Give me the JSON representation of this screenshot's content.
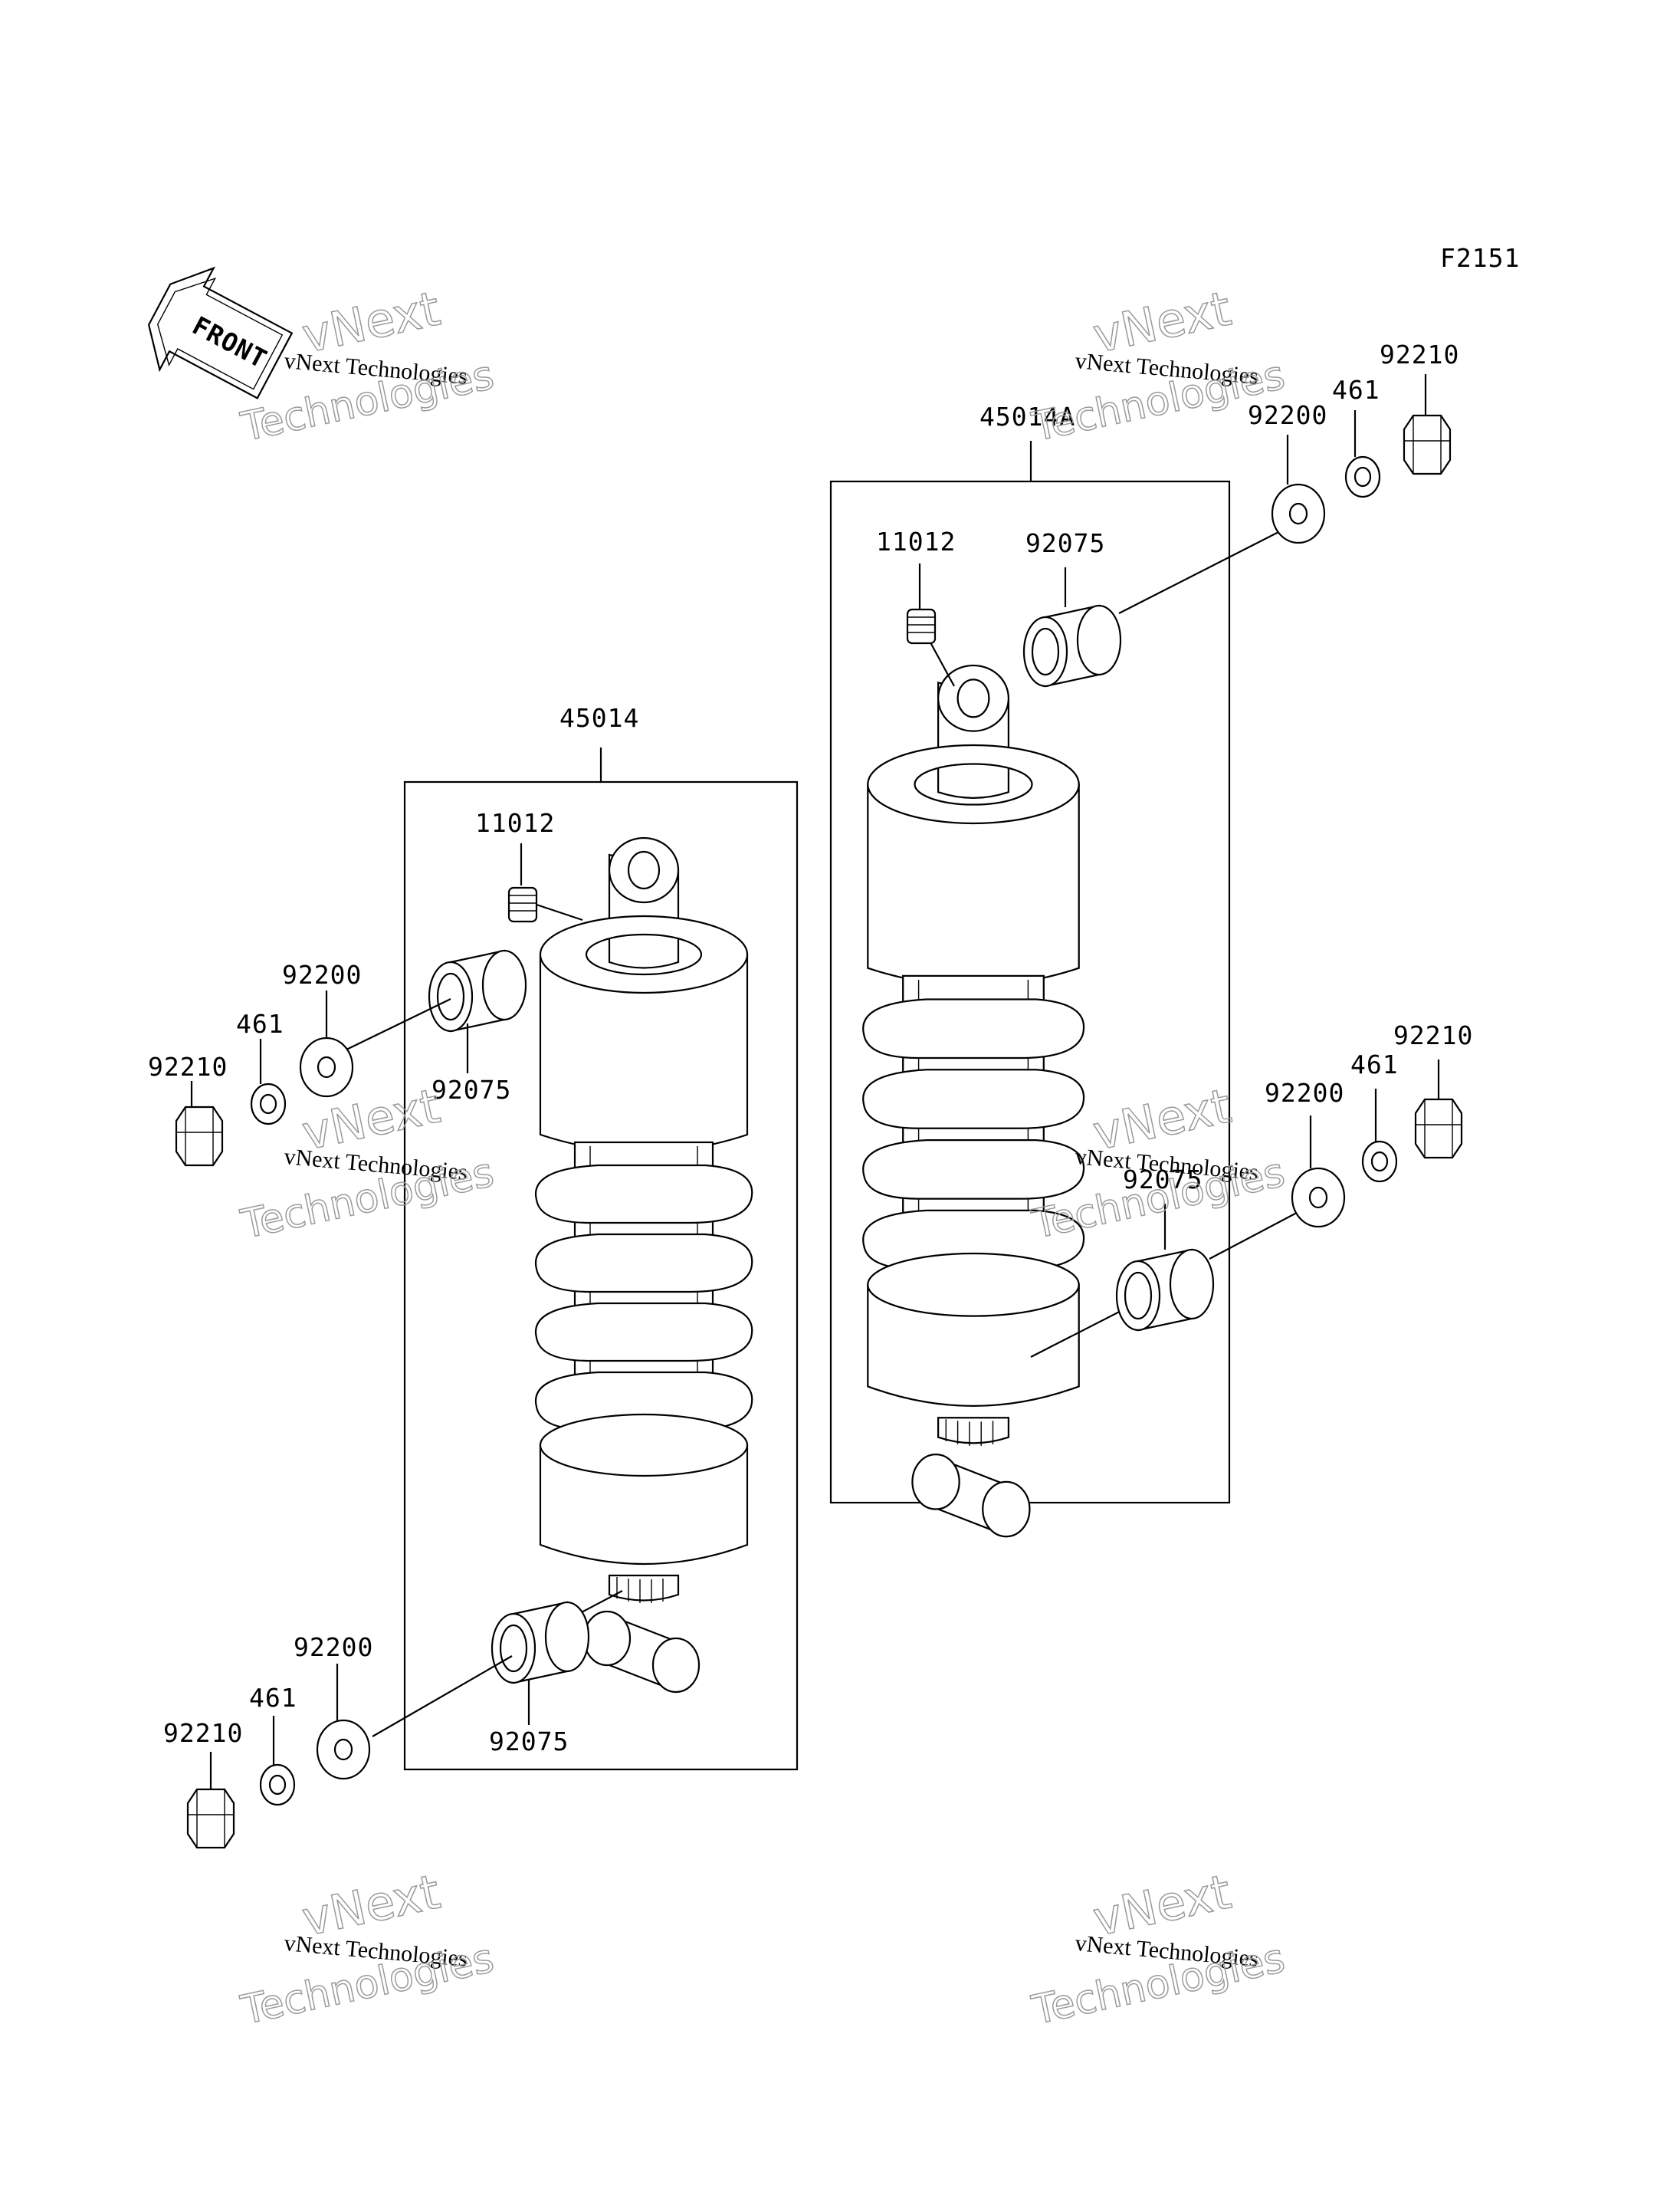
{
  "figure_code": "F2151",
  "front_label": "FRONT",
  "watermark": {
    "line1": "vNext",
    "line2": "vNext Technologies",
    "line3": "Technologies"
  },
  "left_assembly": {
    "assembly_number": "45014",
    "valve": "11012",
    "upper": {
      "collar": "92075",
      "washer": "92200",
      "lock": "461",
      "nut": "92210"
    },
    "lower": {
      "collar": "92075",
      "washer": "92200",
      "lock": "461",
      "nut": "92210"
    }
  },
  "right_assembly": {
    "assembly_number": "45014A",
    "valve": "11012",
    "upper": {
      "collar": "92075",
      "washer": "92200",
      "lock": "461",
      "nut": "92210"
    },
    "lower": {
      "collar": "92075",
      "washer": "92200",
      "lock": "461",
      "nut": "92210"
    }
  }
}
